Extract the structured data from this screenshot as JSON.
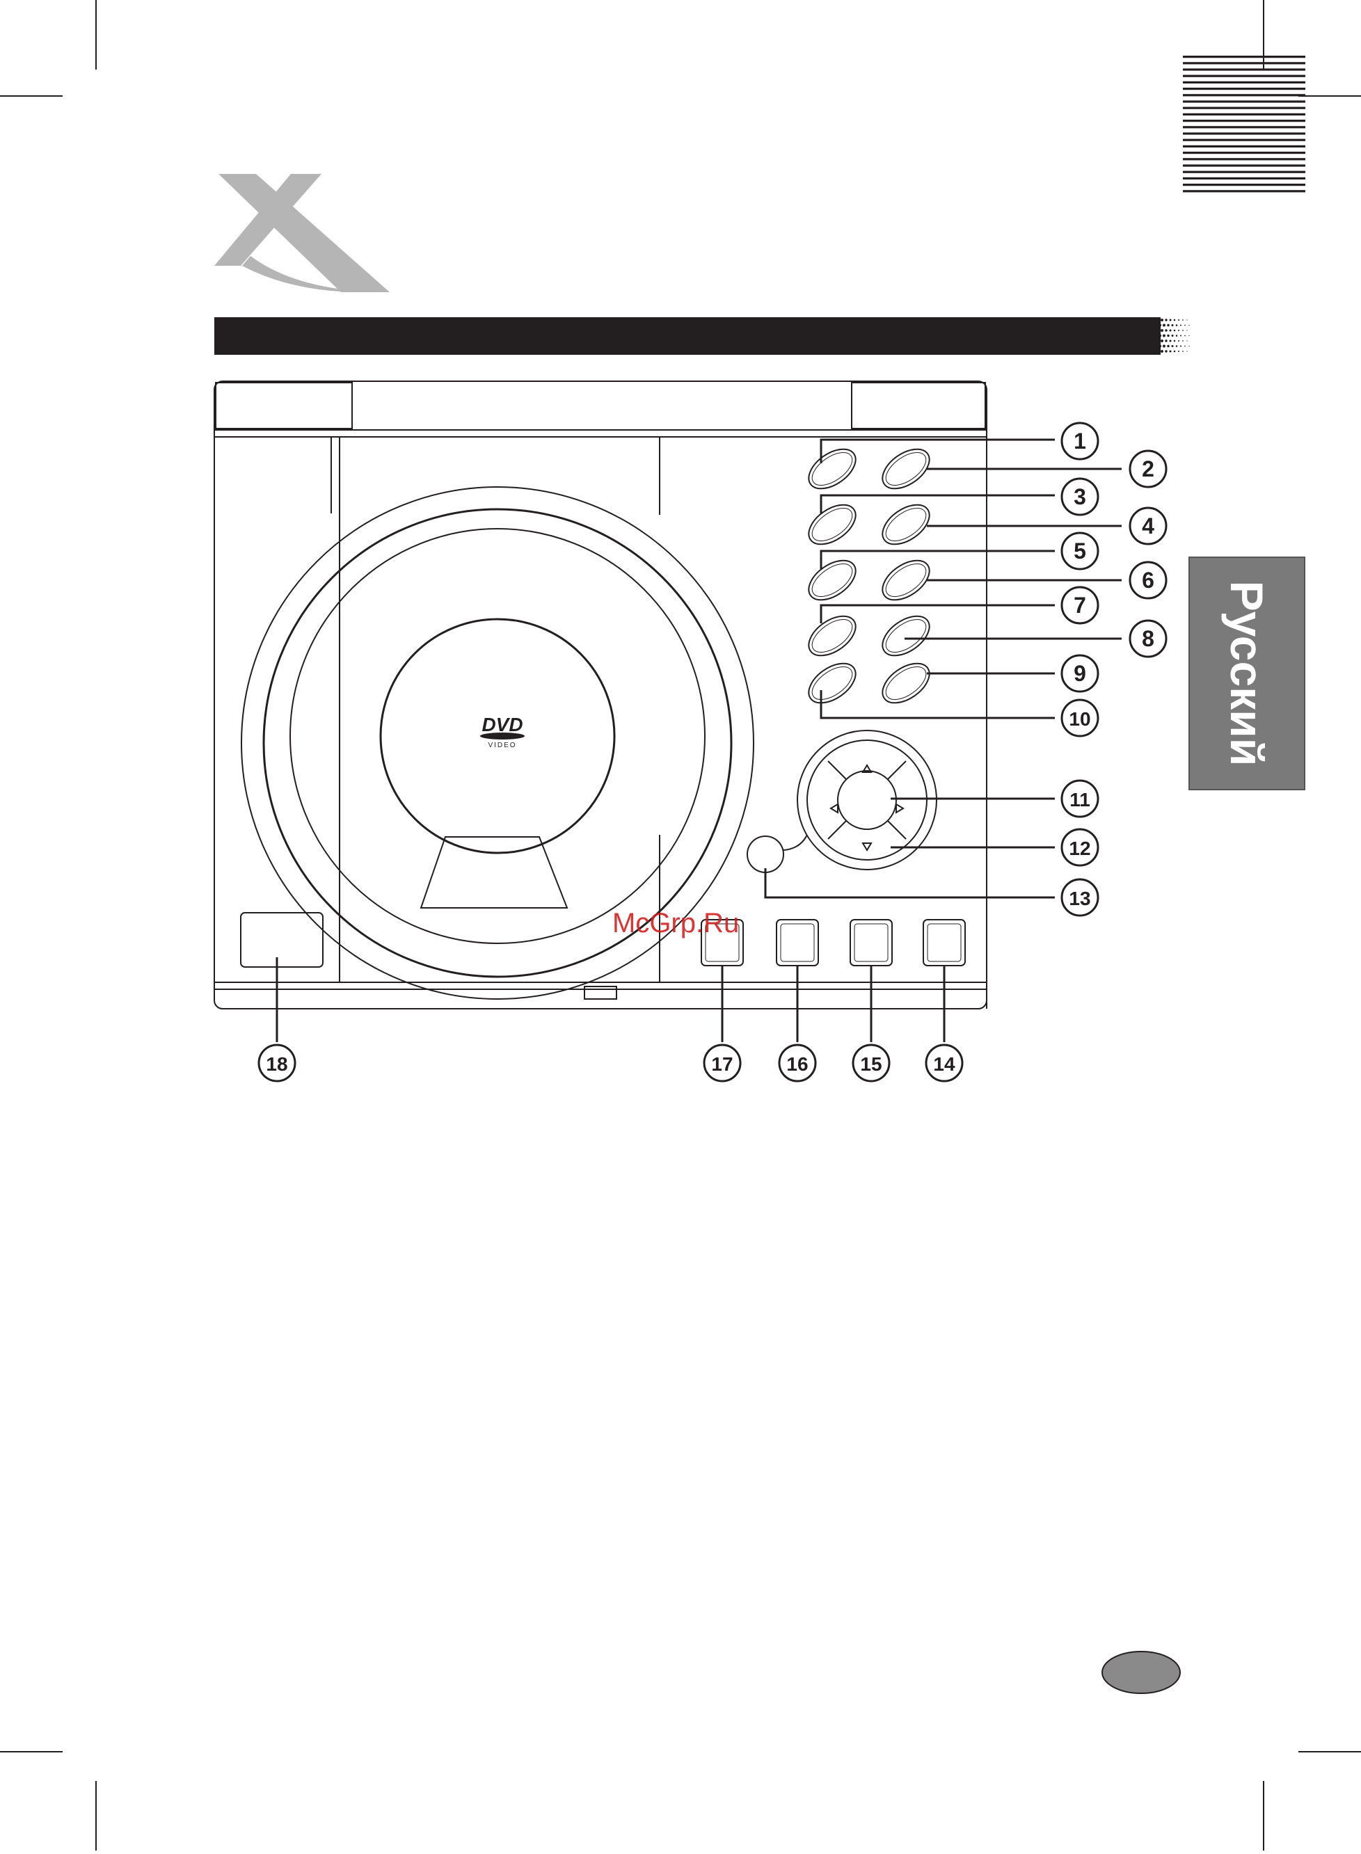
{
  "language_tab": {
    "label": "Русский",
    "bg_color": "#7a7a7a"
  },
  "watermark": {
    "text": "McGrp.Ru",
    "color": "#d42020"
  },
  "brand": {
    "logo_letter": "X",
    "logo_color": "#b5b5b5"
  },
  "disc_logo": {
    "top": "DVD",
    "bottom": "VIDEO"
  },
  "callouts": [
    "1",
    "2",
    "3",
    "4",
    "5",
    "6",
    "7",
    "8",
    "9",
    "10",
    "11",
    "12",
    "13",
    "14",
    "15",
    "16",
    "17",
    "18"
  ],
  "colors": {
    "ink": "#231f20",
    "header_bar": "#231f20",
    "page_badge": "#8a8a8a"
  }
}
